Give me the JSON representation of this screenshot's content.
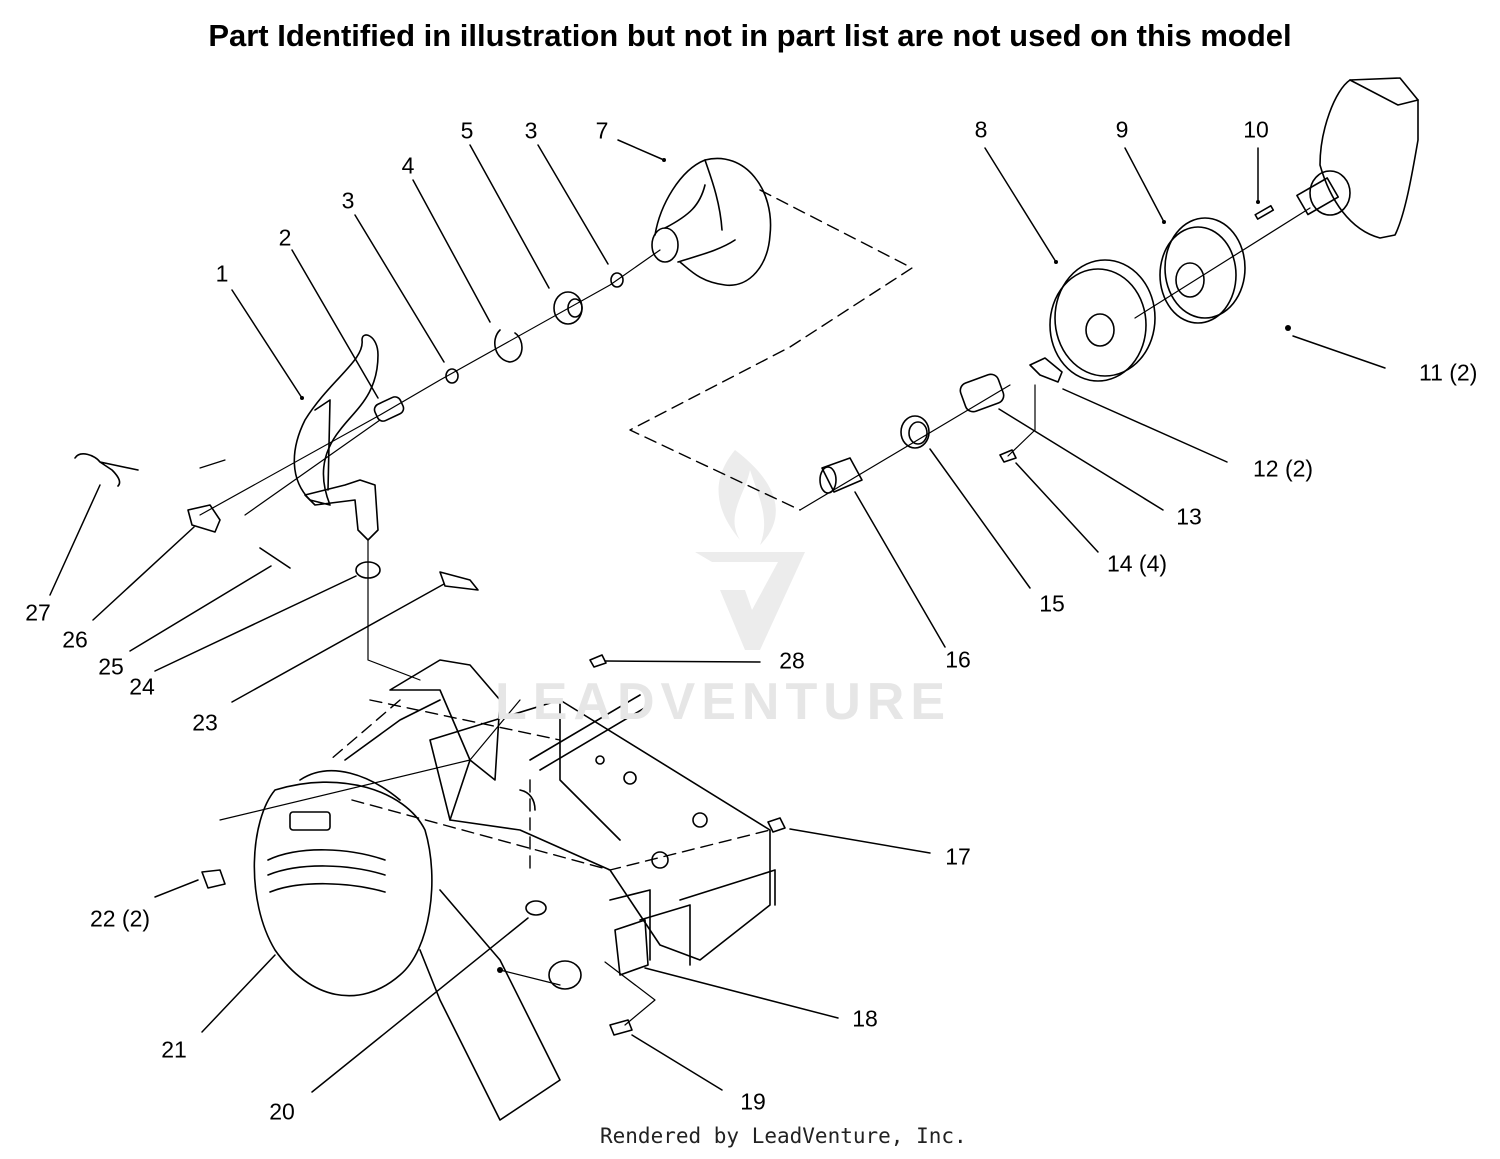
{
  "header": {
    "title": "Part Identified in illustration but not in part list are not used on this model"
  },
  "footer": {
    "credit": "Rendered by LeadVenture, Inc."
  },
  "watermark": {
    "text": "LEADVENTURE",
    "color": "#e6e6e6"
  },
  "callouts": [
    "1",
    "2",
    "3",
    "3",
    "4",
    "5",
    "7",
    "8",
    "9",
    "10",
    "11 (2)",
    "12 (2)",
    "13",
    "14 (4)",
    "15",
    "16",
    "17",
    "18",
    "19",
    "20",
    "21",
    "22 (2)",
    "23",
    "24",
    "25",
    "26",
    "27",
    "28"
  ]
}
